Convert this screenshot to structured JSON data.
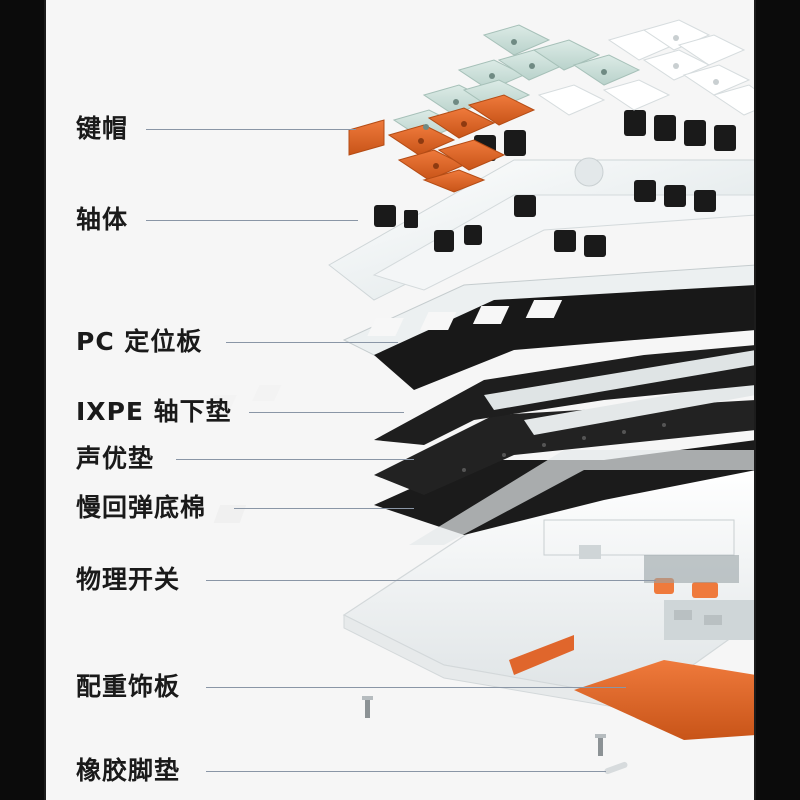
{
  "labels": [
    "键帽",
    "轴体",
    "PC 定位板",
    "IXPE 轴下垫",
    "声优垫",
    "慢回弹底棉",
    "物理开关",
    "配重饰板",
    "橡胶脚垫"
  ],
  "colors": {
    "background": "#f6f6f6",
    "frame": "#0b0b0b",
    "text": "#1a1a1a",
    "leader_line": "#8a96a6",
    "keycap_mint": "#cfe3dd",
    "keycap_white": "#ffffff",
    "keycap_orange": "#e0662c",
    "foam_black": "#1b1b1b",
    "plate_clear": "#e9eef0",
    "case_white": "#fafafa"
  },
  "icons": [
    "keycap-icon",
    "switch-icon",
    "screw-icon"
  ]
}
